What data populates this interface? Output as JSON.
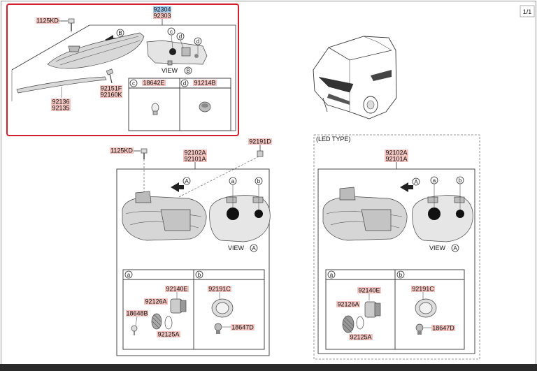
{
  "page": {
    "indicator": "1/1"
  },
  "top_group": {
    "parts": [
      "92304",
      "92303"
    ],
    "screw": "1125KD",
    "bulb_socket": [
      "92151F",
      "92160K"
    ],
    "lamp_strip": [
      "92136",
      "92135"
    ],
    "view_label": "VIEW",
    "view_ref": "B",
    "arrow_ref": "B",
    "callout_c": "c",
    "callout_d": "d",
    "detail_c_part": "18642E",
    "detail_d_part": "91214B"
  },
  "left_group": {
    "screw": "1125KD",
    "connector": "92191D",
    "parts": [
      "92102A",
      "92101A"
    ],
    "view_label": "VIEW",
    "view_ref": "A",
    "arrow_ref": "A",
    "callout_a": "a",
    "callout_b": "b",
    "detail_a_parts": {
      "p1": "92140E",
      "p2": "92126A",
      "p3": "18648B",
      "p4": "92125A"
    },
    "detail_b_parts": {
      "p1": "92191C",
      "p2": "18647D"
    }
  },
  "right_group": {
    "title": "(LED TYPE)",
    "parts": [
      "92102A",
      "92101A"
    ],
    "view_label": "VIEW",
    "view_ref": "A",
    "arrow_ref": "A",
    "callout_a": "a",
    "callout_b": "b",
    "detail_a_parts": {
      "p1": "92140E",
      "p2": "92126A",
      "p3": "92125A"
    },
    "detail_b_parts": {
      "p1": "92191C",
      "p2": "18647D"
    }
  },
  "colors": {
    "highlight_frame": "#d0202a",
    "label_bg": "#f4c6c1",
    "selected_bg": "#9ec9ee"
  }
}
